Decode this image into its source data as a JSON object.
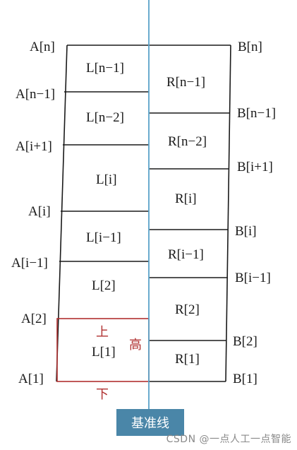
{
  "left_labels": {
    "a_n": "A[n]",
    "a_n_1": "A[n−1]",
    "a_i_1": "A[i+1]",
    "a_i": "A[i]",
    "a_i_m1": "A[i−1]",
    "a_2": "A[2]",
    "a_1": "A[1]"
  },
  "right_labels": {
    "b_n": "B[n]",
    "b_n_1": "B[n−1]",
    "b_i_1": "B[i+1]",
    "b_i": "B[i]",
    "b_i_m1": "B[i−1]",
    "b_2": "B[2]",
    "b_1": "B[1]"
  },
  "left_cells": {
    "l_n_1": "L[n−1]",
    "l_n_2": "L[n−2]",
    "l_i": "L[i]",
    "l_i_m1": "L[i−1]",
    "l_2": "L[2]",
    "l_1": "L[1]"
  },
  "right_cells": {
    "r_n_1": "R[n−1]",
    "r_n_2": "R[n−2]",
    "r_i": "R[i]",
    "r_i_m1": "R[i−1]",
    "r_2": "R[2]",
    "r_1": "R[1]"
  },
  "annotations": {
    "top": "上",
    "height": "高",
    "bottom": "下"
  },
  "baseline_label": "基准线",
  "watermark": "CSDN @一点人工一点智能",
  "colors": {
    "line": "#1a1a1a",
    "baseline": "#5aa2c8",
    "highlight": "#b03030",
    "box": "#4a86a8"
  }
}
